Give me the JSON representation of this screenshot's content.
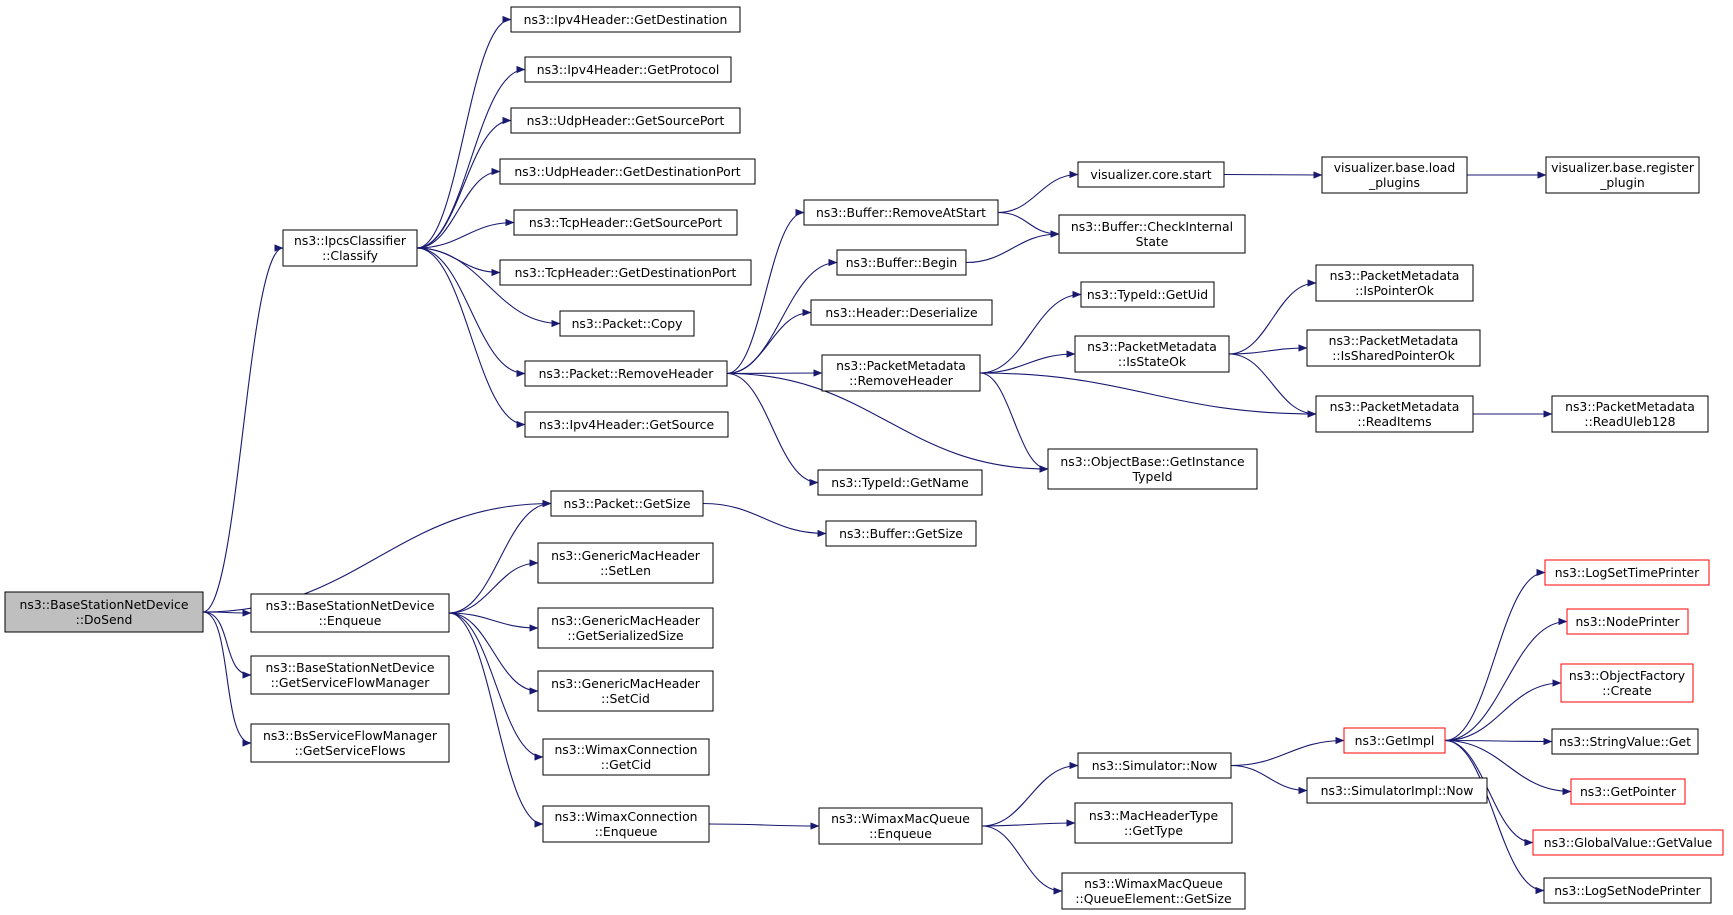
{
  "diagram": {
    "nodes": [
      {
        "id": "dosend",
        "lines": [
          "ns3::BaseStationNetDevice",
          "::DoSend"
        ],
        "root": true
      },
      {
        "id": "classify",
        "lines": [
          "ns3::IpcsClassifier",
          "::Classify"
        ]
      },
      {
        "id": "ipv4dest",
        "lines": [
          "ns3::Ipv4Header::GetDestination"
        ]
      },
      {
        "id": "ipv4proto",
        "lines": [
          "ns3::Ipv4Header::GetProtocol"
        ]
      },
      {
        "id": "udpsrc",
        "lines": [
          "ns3::UdpHeader::GetSourcePort"
        ]
      },
      {
        "id": "udpdst",
        "lines": [
          "ns3::UdpHeader::GetDestinationPort"
        ]
      },
      {
        "id": "tcpsrc",
        "lines": [
          "ns3::TcpHeader::GetSourcePort"
        ]
      },
      {
        "id": "tcpdst",
        "lines": [
          "ns3::TcpHeader::GetDestinationPort"
        ]
      },
      {
        "id": "pktcopy",
        "lines": [
          "ns3::Packet::Copy"
        ]
      },
      {
        "id": "removeheader",
        "lines": [
          "ns3::Packet::RemoveHeader"
        ]
      },
      {
        "id": "ipv4src",
        "lines": [
          "ns3::Ipv4Header::GetSource"
        ]
      },
      {
        "id": "bufremove",
        "lines": [
          "ns3::Buffer::RemoveAtStart"
        ]
      },
      {
        "id": "bufbegin",
        "lines": [
          "ns3::Buffer::Begin"
        ]
      },
      {
        "id": "hdrdeser",
        "lines": [
          "ns3::Header::Deserialize"
        ]
      },
      {
        "id": "pmremove",
        "lines": [
          "ns3::PacketMetadata",
          "::RemoveHeader"
        ]
      },
      {
        "id": "typeidname",
        "lines": [
          "ns3::TypeId::GetName"
        ]
      },
      {
        "id": "vizstart",
        "lines": [
          "visualizer.core.start"
        ]
      },
      {
        "id": "vizload",
        "lines": [
          "visualizer.base.load",
          "_plugins"
        ]
      },
      {
        "id": "vizreg",
        "lines": [
          "visualizer.base.register",
          "_plugin"
        ]
      },
      {
        "id": "bufcheck",
        "lines": [
          "ns3::Buffer::CheckInternal",
          "State"
        ]
      },
      {
        "id": "typeiduid",
        "lines": [
          "ns3::TypeId::GetUid"
        ]
      },
      {
        "id": "pmstateok",
        "lines": [
          "ns3::PacketMetadata",
          "::IsStateOk"
        ]
      },
      {
        "id": "pmptrok",
        "lines": [
          "ns3::PacketMetadata",
          "::IsPointerOk"
        ]
      },
      {
        "id": "pmsharedok",
        "lines": [
          "ns3::PacketMetadata",
          "::IsSharedPointerOk"
        ]
      },
      {
        "id": "pmreaditems",
        "lines": [
          "ns3::PacketMetadata",
          "::ReadItems"
        ]
      },
      {
        "id": "pmuleb",
        "lines": [
          "ns3::PacketMetadata",
          "::ReadUleb128"
        ]
      },
      {
        "id": "objinst",
        "lines": [
          "ns3::ObjectBase::GetInstance",
          "TypeId"
        ]
      },
      {
        "id": "pktsize",
        "lines": [
          "ns3::Packet::GetSize"
        ]
      },
      {
        "id": "bufsize",
        "lines": [
          "ns3::Buffer::GetSize"
        ]
      },
      {
        "id": "bsenqueue",
        "lines": [
          "ns3::BaseStationNetDevice",
          "::Enqueue"
        ]
      },
      {
        "id": "gmhsetlen",
        "lines": [
          "ns3::GenericMacHeader",
          "::SetLen"
        ]
      },
      {
        "id": "gmhser",
        "lines": [
          "ns3::GenericMacHeader",
          "::GetSerializedSize"
        ]
      },
      {
        "id": "gmhsetcid",
        "lines": [
          "ns3::GenericMacHeader",
          "::SetCid"
        ]
      },
      {
        "id": "wcgetcid",
        "lines": [
          "ns3::WimaxConnection",
          "::GetCid"
        ]
      },
      {
        "id": "wcenqueue",
        "lines": [
          "ns3::WimaxConnection",
          "::Enqueue"
        ]
      },
      {
        "id": "bssfm",
        "lines": [
          "ns3::BaseStationNetDevice",
          "::GetServiceFlowManager"
        ]
      },
      {
        "id": "bsflows",
        "lines": [
          "ns3::BsServiceFlowManager",
          "::GetServiceFlows"
        ]
      },
      {
        "id": "wmqenqueue",
        "lines": [
          "ns3::WimaxMacQueue",
          "::Enqueue"
        ]
      },
      {
        "id": "simnow",
        "lines": [
          "ns3::Simulator::Now"
        ]
      },
      {
        "id": "mhgettype",
        "lines": [
          "ns3::MacHeaderType",
          "::GetType"
        ]
      },
      {
        "id": "wmqelem",
        "lines": [
          "ns3::WimaxMacQueue",
          "::QueueElement::GetSize"
        ]
      },
      {
        "id": "getimpl",
        "lines": [
          "ns3::GetImpl"
        ],
        "truncated": true
      },
      {
        "id": "simimplnow",
        "lines": [
          "ns3::SimulatorImpl::Now"
        ]
      },
      {
        "id": "logtime",
        "lines": [
          "ns3::LogSetTimePrinter"
        ],
        "truncated": true
      },
      {
        "id": "nodeprinter",
        "lines": [
          "ns3::NodePrinter"
        ],
        "truncated": true
      },
      {
        "id": "objfactory",
        "lines": [
          "ns3::ObjectFactory",
          "::Create"
        ],
        "truncated": true
      },
      {
        "id": "strvalget",
        "lines": [
          "ns3::StringValue::Get"
        ]
      },
      {
        "id": "getpointer",
        "lines": [
          "ns3::GetPointer"
        ],
        "truncated": true
      },
      {
        "id": "gvgetvalue",
        "lines": [
          "ns3::GlobalValue::GetValue"
        ],
        "truncated": true
      },
      {
        "id": "lognode",
        "lines": [
          "ns3::LogSetNodePrinter"
        ]
      }
    ],
    "edges": [
      [
        "dosend",
        "classify"
      ],
      [
        "dosend",
        "pktsize"
      ],
      [
        "dosend",
        "bsenqueue"
      ],
      [
        "dosend",
        "bssfm"
      ],
      [
        "dosend",
        "bsflows"
      ],
      [
        "classify",
        "ipv4dest"
      ],
      [
        "classify",
        "ipv4proto"
      ],
      [
        "classify",
        "udpsrc"
      ],
      [
        "classify",
        "udpdst"
      ],
      [
        "classify",
        "tcpsrc"
      ],
      [
        "classify",
        "tcpdst"
      ],
      [
        "classify",
        "pktcopy"
      ],
      [
        "classify",
        "removeheader"
      ],
      [
        "classify",
        "ipv4src"
      ],
      [
        "removeheader",
        "bufremove"
      ],
      [
        "removeheader",
        "bufbegin"
      ],
      [
        "removeheader",
        "hdrdeser"
      ],
      [
        "removeheader",
        "pmremove"
      ],
      [
        "removeheader",
        "typeidname"
      ],
      [
        "removeheader",
        "objinst"
      ],
      [
        "bufremove",
        "vizstart"
      ],
      [
        "bufremove",
        "bufcheck"
      ],
      [
        "bufbegin",
        "bufcheck"
      ],
      [
        "vizstart",
        "vizload"
      ],
      [
        "vizload",
        "vizreg"
      ],
      [
        "pmremove",
        "typeiduid"
      ],
      [
        "pmremove",
        "pmstateok"
      ],
      [
        "pmremove",
        "pmreaditems"
      ],
      [
        "pmremove",
        "objinst"
      ],
      [
        "pmstateok",
        "pmptrok"
      ],
      [
        "pmstateok",
        "pmsharedok"
      ],
      [
        "pmstateok",
        "pmreaditems"
      ],
      [
        "pmreaditems",
        "pmuleb"
      ],
      [
        "pktsize",
        "bufsize"
      ],
      [
        "bsenqueue",
        "pktsize"
      ],
      [
        "bsenqueue",
        "gmhsetlen"
      ],
      [
        "bsenqueue",
        "gmhser"
      ],
      [
        "bsenqueue",
        "gmhsetcid"
      ],
      [
        "bsenqueue",
        "wcgetcid"
      ],
      [
        "bsenqueue",
        "wcenqueue"
      ],
      [
        "wcenqueue",
        "wmqenqueue"
      ],
      [
        "wmqenqueue",
        "simnow"
      ],
      [
        "wmqenqueue",
        "mhgettype"
      ],
      [
        "wmqenqueue",
        "wmqelem"
      ],
      [
        "simnow",
        "getimpl"
      ],
      [
        "simnow",
        "simimplnow"
      ],
      [
        "getimpl",
        "logtime"
      ],
      [
        "getimpl",
        "nodeprinter"
      ],
      [
        "getimpl",
        "objfactory"
      ],
      [
        "getimpl",
        "strvalget"
      ],
      [
        "getimpl",
        "getpointer"
      ],
      [
        "getimpl",
        "gvgetvalue"
      ],
      [
        "getimpl",
        "lognode"
      ]
    ],
    "colors": {
      "edge": "#191970",
      "root_fill": "#bfbfbf",
      "truncated_border": "#ff0000",
      "node_border": "#000000"
    }
  }
}
